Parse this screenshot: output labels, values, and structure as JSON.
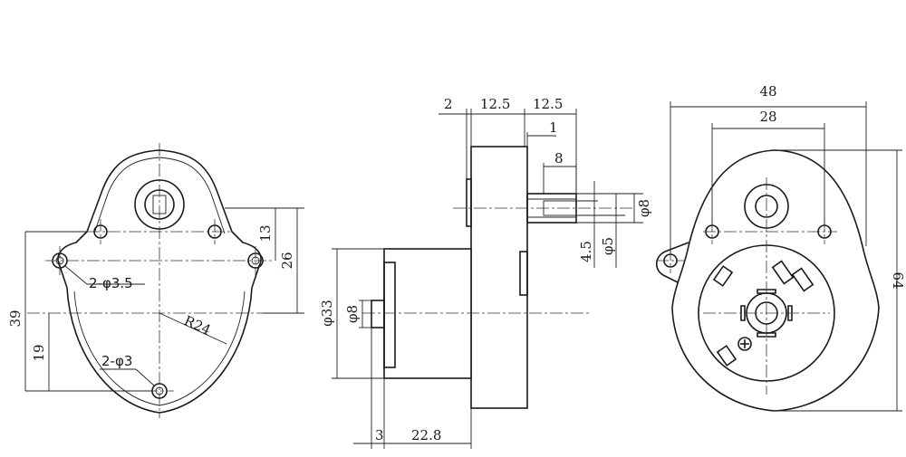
{
  "front_view": {
    "hole_large_label": "2-φ3.5",
    "hole_small_label": "2-φ3",
    "radius_label": "R24",
    "dim_height_total": "39",
    "dim_height_lower": "19",
    "dim_height_26": "26",
    "dim_height_13": "13"
  },
  "side_view": {
    "dim_top_2": "2",
    "dim_top_12_5_a": "12.5",
    "dim_top_12_5_b": "12.5",
    "dim_1": "1",
    "dim_8_len": "8",
    "dim_shaft_dia": "φ8",
    "dim_flat_4_5": "4.5",
    "dim_dia_5": "φ5",
    "dim_body_dia": "φ33",
    "dim_stub_dia": "φ8",
    "dim_bottom_3": "3",
    "dim_bottom_22_8": "22.8"
  },
  "back_view": {
    "dim_width_48": "48",
    "dim_width_28": "28",
    "dim_height_64": "64",
    "plus_symbol": "⊕"
  }
}
